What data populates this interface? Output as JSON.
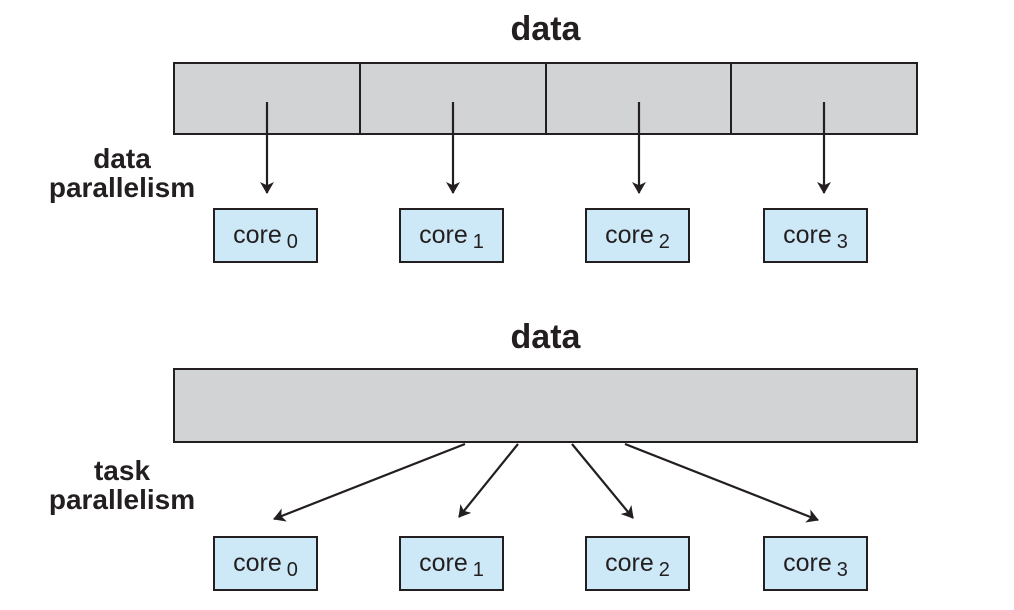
{
  "figure": {
    "top": {
      "title": "data",
      "label": {
        "line1": "data",
        "line2": "parallelism"
      },
      "segment_count": 4,
      "cores": [
        {
          "label": "core",
          "index": "0"
        },
        {
          "label": "core",
          "index": "1"
        },
        {
          "label": "core",
          "index": "2"
        },
        {
          "label": "core",
          "index": "3"
        }
      ]
    },
    "bottom": {
      "title": "data",
      "label": {
        "line1": "task",
        "line2": "parallelism"
      },
      "segment_count": 1,
      "cores": [
        {
          "label": "core",
          "index": "0"
        },
        {
          "label": "core",
          "index": "1"
        },
        {
          "label": "core",
          "index": "2"
        },
        {
          "label": "core",
          "index": "3"
        }
      ]
    }
  },
  "colors": {
    "bar-fill": "#d2d3d5",
    "core-fill": "#cde8f7",
    "stroke": "#231f20",
    "background": "#ffffff"
  }
}
